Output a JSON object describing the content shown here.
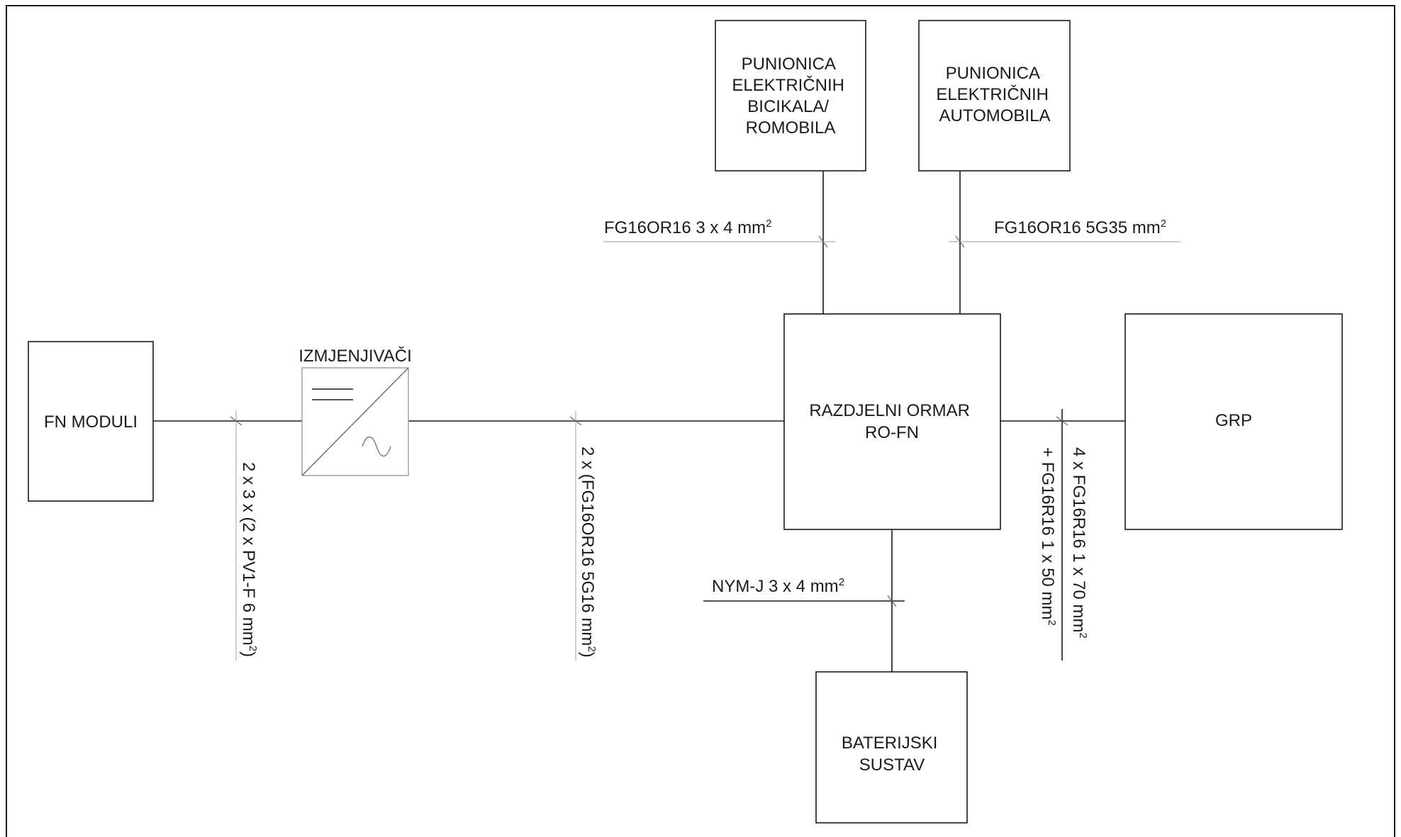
{
  "blocks": {
    "fn_moduli": [
      "FN MODULI"
    ],
    "inverter": [
      "IZMJENJIVAČI"
    ],
    "bike_charger": [
      "PUNIONICA",
      "ELEKTRIČNIH",
      "BICIKALA/",
      "ROMOBILA"
    ],
    "car_charger": [
      "PUNIONICA",
      "ELEKTRIČNIH",
      "AUTOMOBILA"
    ],
    "distribution": [
      "RAZDJELNI ORMAR",
      "RO-FN"
    ],
    "grp": [
      "GRP"
    ],
    "battery": [
      "BATERIJSKI",
      "SUSTAV"
    ]
  },
  "cables": {
    "pv_strings": {
      "text": "2 x 3 x (2 x PV1-F 6 mm",
      "sup": "2",
      "tail": ")"
    },
    "inverter_out": {
      "text": "2 x (FG16OR16 5G16 mm",
      "sup": "2",
      "tail": ")"
    },
    "bike_feed": {
      "text": "FG16OR16 3 x 4 mm",
      "sup": "2",
      "tail": ""
    },
    "car_feed": {
      "text": "FG16OR16 5G35 mm",
      "sup": "2",
      "tail": ""
    },
    "battery_feed": {
      "text": "NYM-J 3 x 4 mm",
      "sup": "2",
      "tail": ""
    },
    "grp_feed_1": {
      "text": "4 x FG16R16 1 x 70 mm",
      "sup": "2",
      "tail": ""
    },
    "grp_feed_2": {
      "text": "+ FG16R16 1 x 50 mm",
      "sup": "2",
      "tail": ""
    }
  }
}
